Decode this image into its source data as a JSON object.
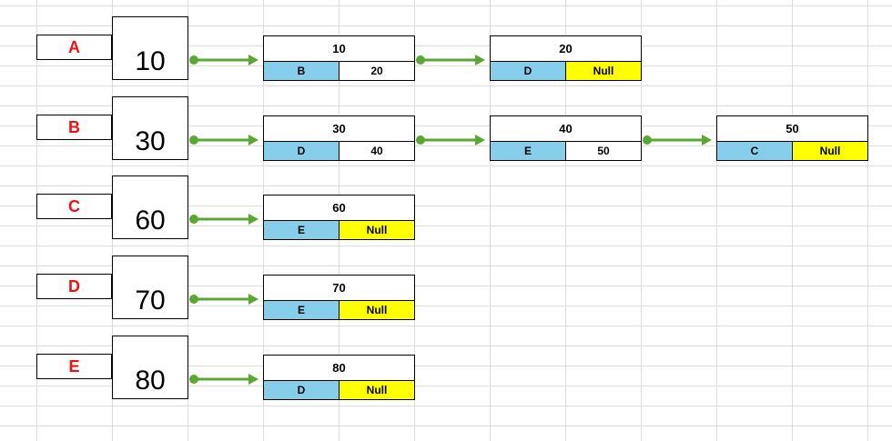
{
  "colors": {
    "label_text": "#ee1111",
    "arrow": "#5aa833",
    "pointer_cell": "#87ceeb",
    "null_cell": "#ffff00",
    "grid": "#dcdcdc"
  },
  "rows": [
    {
      "label": "A",
      "head": "10",
      "nodes": [
        {
          "value": "10",
          "pointer": "B",
          "next": "20"
        },
        {
          "value": "20",
          "pointer": "D",
          "next": "Null"
        }
      ]
    },
    {
      "label": "B",
      "head": "30",
      "nodes": [
        {
          "value": "30",
          "pointer": "D",
          "next": "40"
        },
        {
          "value": "40",
          "pointer": "E",
          "next": "50"
        },
        {
          "value": "50",
          "pointer": "C",
          "next": "Null"
        }
      ]
    },
    {
      "label": "C",
      "head": "60",
      "nodes": [
        {
          "value": "60",
          "pointer": "E",
          "next": "Null"
        }
      ]
    },
    {
      "label": "D",
      "head": "70",
      "nodes": [
        {
          "value": "70",
          "pointer": "E",
          "next": "Null"
        }
      ]
    },
    {
      "label": "E",
      "head": "80",
      "nodes": [
        {
          "value": "80",
          "pointer": "D",
          "next": "Null"
        }
      ]
    }
  ]
}
